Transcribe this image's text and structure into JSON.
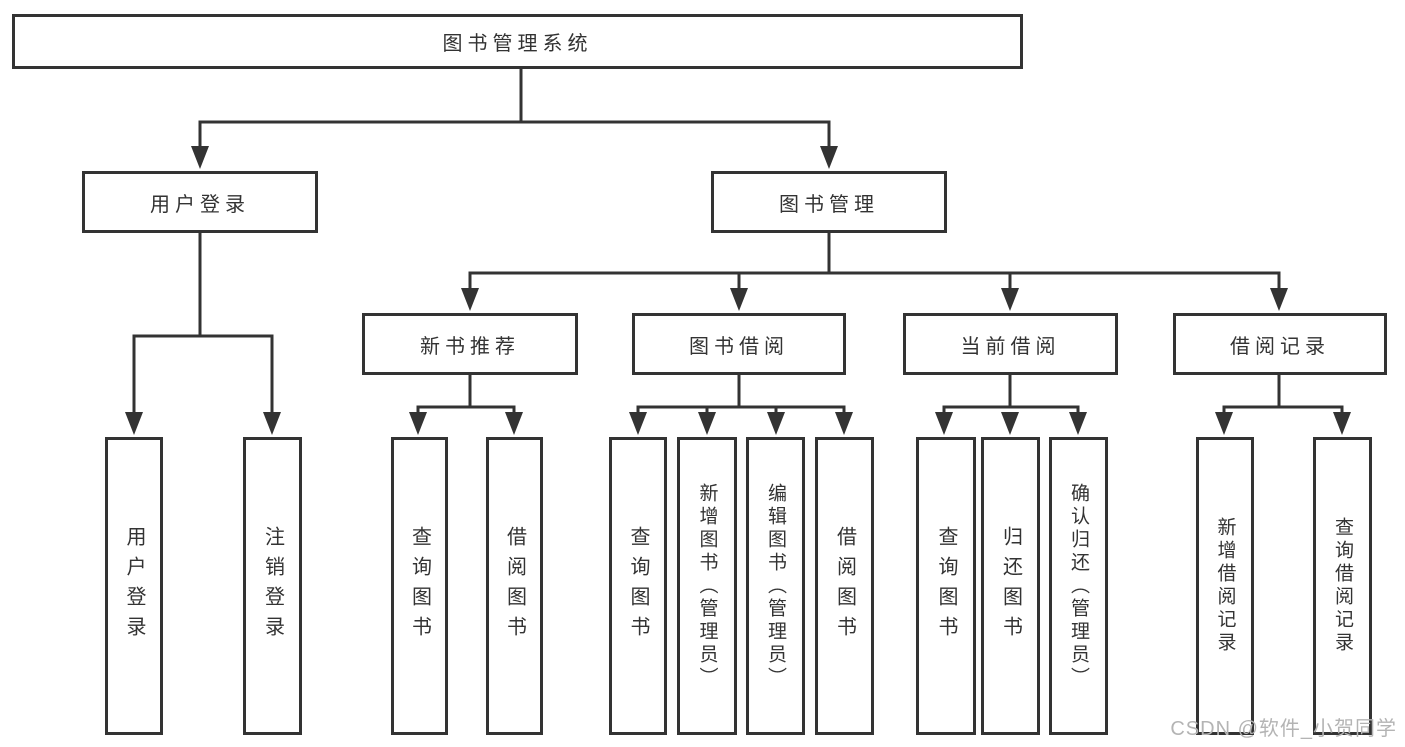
{
  "diagram": {
    "root": {
      "label": "图书管理系统"
    },
    "branches": {
      "user_login": {
        "label": "用户登录"
      },
      "book_management": {
        "label": "图书管理"
      }
    },
    "modules": {
      "new_book_recommend": {
        "label": "新书推荐"
      },
      "book_borrow": {
        "label": "图书借阅"
      },
      "current_borrow": {
        "label": "当前借阅"
      },
      "borrow_record": {
        "label": "借阅记录"
      }
    },
    "functions": {
      "login_user_login": {
        "label": "用户登录"
      },
      "login_logout": {
        "label": "注销登录"
      },
      "recommend_query_book": {
        "label": "查询图书"
      },
      "recommend_borrow_book": {
        "label": "借阅图书"
      },
      "borrow_query_book": {
        "label": "查询图书"
      },
      "borrow_add_book": {
        "label": "新增图书（管理员）"
      },
      "borrow_edit_book": {
        "label": "编辑图书（管理员）"
      },
      "borrow_borrow_book": {
        "label": "借阅图书"
      },
      "current_query_book": {
        "label": "查询图书"
      },
      "current_return_book": {
        "label": "归还图书"
      },
      "current_confirm_return": {
        "label": "确认归还（管理员）"
      },
      "record_add_record": {
        "label": "新增借阅记录"
      },
      "record_query_record": {
        "label": "查询借阅记录"
      }
    },
    "watermark": "CSDN @软件_小贺同学",
    "colors": {
      "line": "#333333",
      "text": "#333333",
      "watermark": "#b4b4b4",
      "background": "#ffffff"
    }
  }
}
